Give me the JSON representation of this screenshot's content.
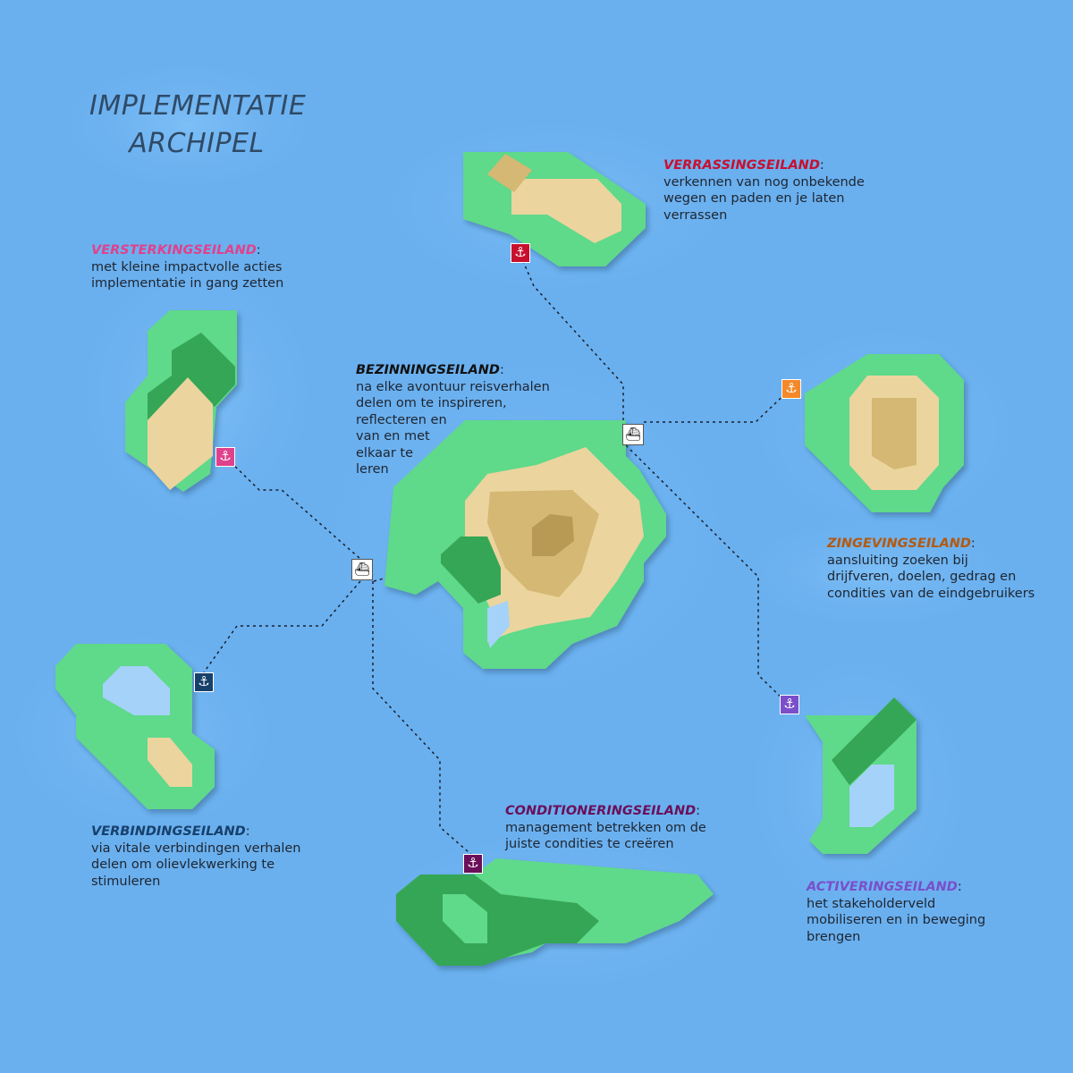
{
  "title": {
    "line1": "IMPLEMENTATIE",
    "line2": "ARCHIPEL"
  },
  "colors": {
    "sea": "#6ab0ef",
    "island_light": "#5fd98a",
    "island_dark": "#35a655",
    "sand": "#ebd49e",
    "sand_dark": "#d4b873",
    "sand_darker": "#b89a55",
    "lake": "#a5d2f8"
  },
  "islands": {
    "verrassing": {
      "name": "VERRASSINGSEILAND",
      "colon": ":",
      "desc": [
        "verkennen van nog onbekende",
        "wegen en paden en je laten",
        "verrassen"
      ],
      "color": "#c8102e",
      "icon": "anchor-icon"
    },
    "versterking": {
      "name": "VERSTERKINGSEILAND",
      "colon": ":",
      "desc": [
        "met kleine impactvolle acties",
        "implementatie in gang zetten"
      ],
      "color": "#e0418c",
      "icon": "anchor-icon"
    },
    "bezinning": {
      "name": "BEZINNINGSEILAND",
      "colon": ":",
      "desc": [
        "na elke avontuur reisverhalen",
        "delen om te inspireren,",
        "reflecteren en",
        "van en met",
        "elkaar te",
        "leren"
      ],
      "color": "#111111",
      "icon": "ship-icon"
    },
    "zingeving": {
      "name": "ZINGEVINGSEILAND",
      "colon": ":",
      "desc": [
        "aansluiting zoeken bij",
        "drijfveren, doelen, gedrag en",
        "condities van de eindgebruikers"
      ],
      "color": "#b35a10",
      "anchor_color": "#f5892a",
      "icon": "anchor-icon"
    },
    "verbinding": {
      "name": "VERBINDINGSEILAND",
      "colon": ":",
      "desc": [
        "via vitale verbindingen verhalen",
        "delen om olievlekwerking te",
        "stimuleren"
      ],
      "color": "#17406b",
      "icon": "anchor-icon"
    },
    "conditionering": {
      "name": "CONDITIONERINGSEILAND",
      "colon": ":",
      "desc": [
        "management betrekken om de",
        "juiste condities te creëren"
      ],
      "color": "#6b0f5a",
      "icon": "anchor-icon"
    },
    "activering": {
      "name": "ACTIVERINGSEILAND",
      "colon": ":",
      "desc": [
        "het stakeholderveld",
        "mobiliseren en in beweging",
        "brengen"
      ],
      "color": "#7a4fc9",
      "icon": "anchor-icon"
    }
  },
  "glyphs": {
    "anchor": "⚓",
    "ship": "⛴"
  }
}
